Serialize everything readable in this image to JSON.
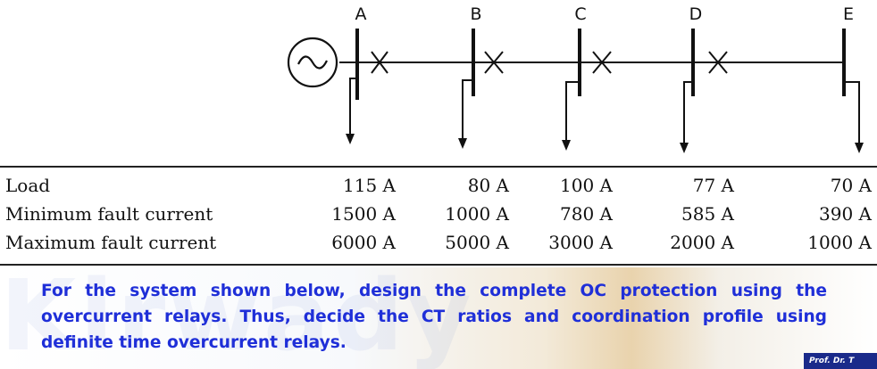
{
  "buses": [
    "A",
    "B",
    "C",
    "D",
    "E"
  ],
  "table": {
    "rows": [
      {
        "label": "Load",
        "values": [
          "115 A",
          "80 A",
          "100 A",
          "77 A",
          "70 A"
        ]
      },
      {
        "label": "Minimum fault current",
        "values": [
          "1500 A",
          "1000 A",
          "780 A",
          "585 A",
          "390 A"
        ]
      },
      {
        "label": "Maximum fault current",
        "values": [
          "6000 A",
          "5000 A",
          "3000 A",
          "2000 A",
          "1000 A"
        ]
      }
    ]
  },
  "problem_text": "For the system shown below, design the complete OC protection using the overcurrent relays. Thus, decide the CT ratios and coordination profile using definite time overcurrent relays.",
  "watermark": "Kirwady",
  "badge": "Prof. Dr. T",
  "colors": {
    "text_blue": "#1f2fd8",
    "badge_bg": "#1a2a8a"
  }
}
